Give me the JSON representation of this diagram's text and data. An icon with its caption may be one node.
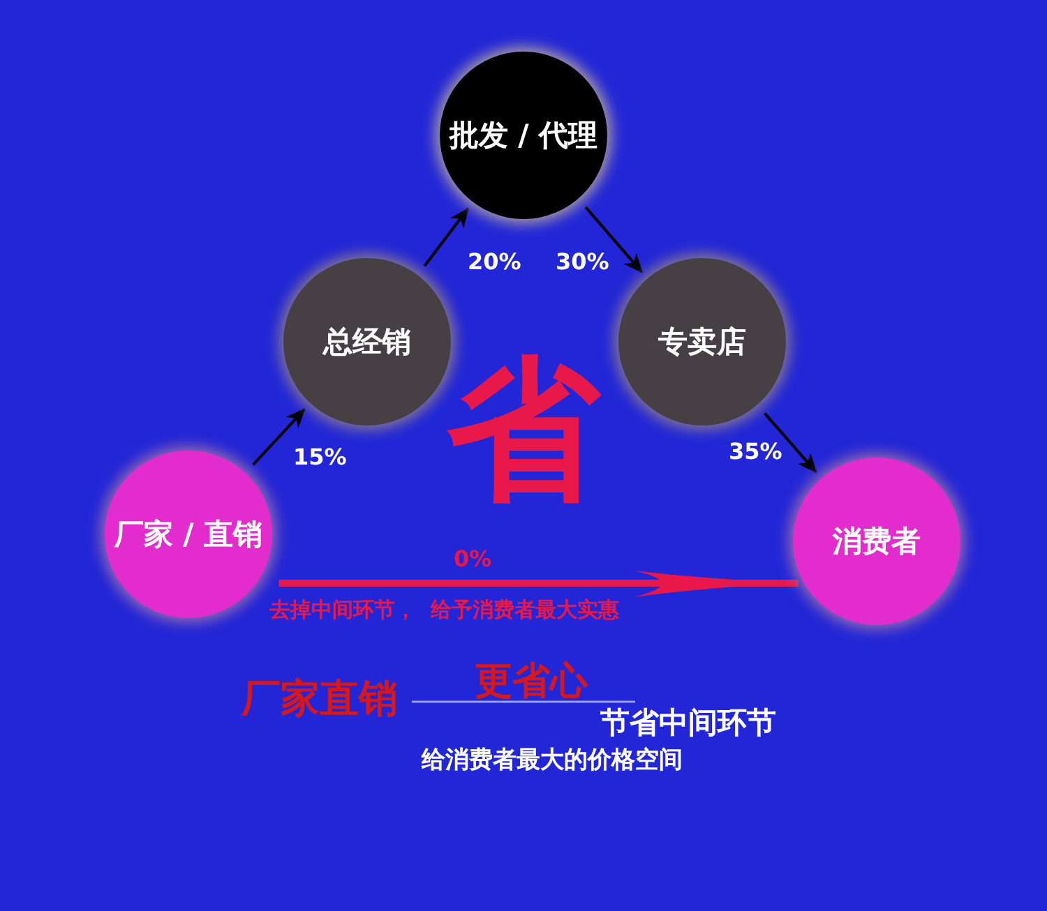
{
  "diagram": {
    "nodes": [
      {
        "text": [
          "批发 / 代理"
        ]
      },
      {
        "text": [
          "总经销"
        ]
      },
      {
        "text": [
          "专卖店"
        ]
      },
      {
        "text": [
          "厂家 / 直销"
        ]
      },
      {
        "text": [
          "消费者"
        ]
      }
    ],
    "edges": [
      {
        "from": 3,
        "to": 1,
        "arrow": "to",
        "label": "15%"
      },
      {
        "from": 1,
        "to": 0,
        "arrow": "to",
        "label": "20%"
      },
      {
        "from": 0,
        "to": 2,
        "arrow": "to",
        "label": "30%"
      },
      {
        "from": 2,
        "to": 4,
        "arrow": "to",
        "label": "35%"
      },
      {
        "from": 3,
        "to": 4,
        "arrow": "to",
        "label": "0%",
        "style": "thick",
        "color": "#e8194a"
      }
    ],
    "labels": [
      "省",
      "去掉中间环节，  给予消费者最大实惠",
      "厂家直销",
      "更省心",
      "节省中间环节",
      "给消费者最大的价格空间"
    ]
  }
}
